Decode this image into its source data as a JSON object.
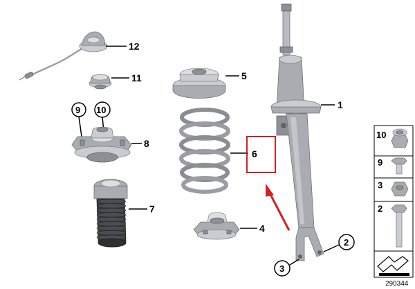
{
  "parts": {
    "p1": "1",
    "p2": "2",
    "p3": "3",
    "p4": "4",
    "p5": "5",
    "p6": "6",
    "p7": "7",
    "p8": "8",
    "p9": "9",
    "p10": "10",
    "p11": "11",
    "p12": "12"
  },
  "side_panel": {
    "items": [
      {
        "num": "10",
        "icon": "nut-cap-icon"
      },
      {
        "num": "9",
        "icon": "bolt-short-icon"
      },
      {
        "num": "3",
        "icon": "hex-nut-icon"
      },
      {
        "num": "2",
        "icon": "bolt-long-icon"
      }
    ]
  },
  "diagram_id": "290344",
  "colors": {
    "highlight_box": "#d42020",
    "arrow": "#d42020",
    "part_gray": "#a9adb2"
  }
}
